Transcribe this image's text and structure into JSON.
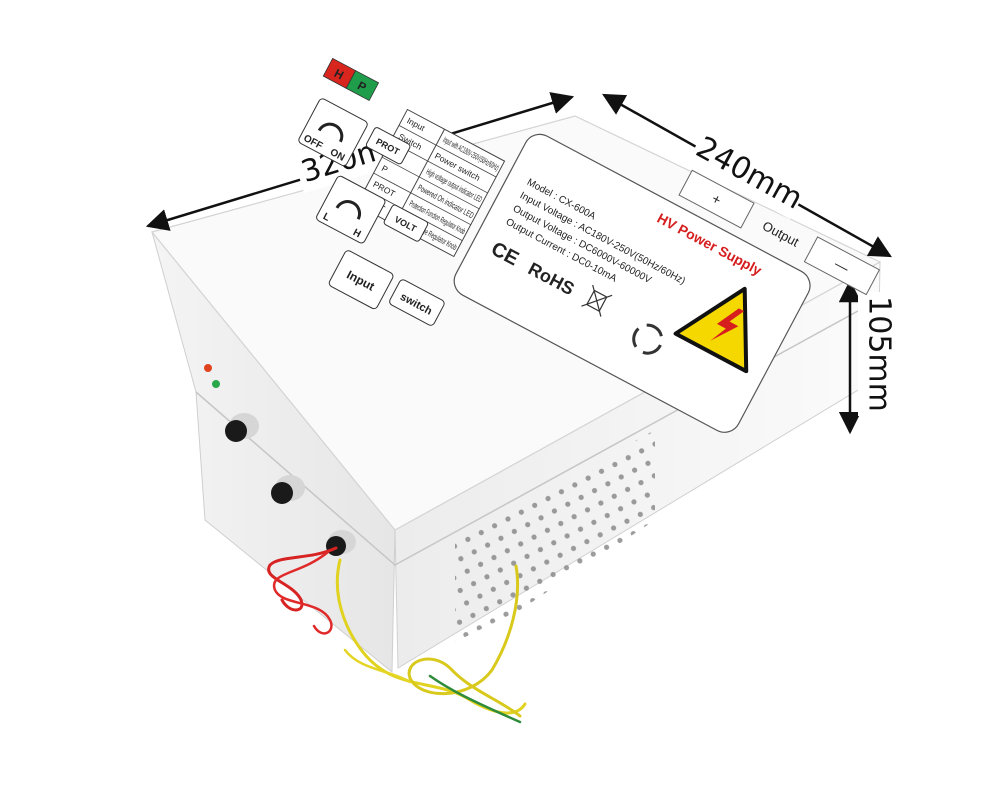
{
  "dimensions": {
    "length": "320mm",
    "width": "240mm",
    "height": "105mm"
  },
  "label": {
    "brand_title": "HV Power Supply",
    "model": "Model : CX-600A",
    "input_voltage": "Input Voltage : AC180V-250V(50Hz/60Hz)",
    "output_voltage": "Output Voltage : DC6000V-60000V",
    "output_current": "Output Current : DC0-10mA",
    "ce_mark": "CE",
    "rohs_mark": "RoHS"
  },
  "output_terminals": {
    "plus": "+",
    "caption": "Output",
    "minus": "—"
  },
  "indicator_legend": {
    "h": "H",
    "p": "P",
    "colors": {
      "h": "#d8261f",
      "p": "#1f9d4a"
    }
  },
  "control_labels": {
    "prot": "PROT",
    "off": "OFF",
    "on": "ON",
    "volt": "VOLT",
    "low": "L",
    "high": "H",
    "switch": "switch",
    "input": "Input"
  },
  "legend_table": [
    {
      "key": "Input",
      "desc": "Input with AC180V-250V(50Hz/60Hz)"
    },
    {
      "key": "Switch",
      "desc": "Power switch"
    },
    {
      "key": "H",
      "desc": "High voltage output indicator LED"
    },
    {
      "key": "P",
      "desc": "Powered On indicator LED"
    },
    {
      "key": "PROT",
      "desc": "Protection Function Regulator Knob"
    },
    {
      "key": "VOLT",
      "desc": "Output Voltage Regulator Knob"
    }
  ]
}
